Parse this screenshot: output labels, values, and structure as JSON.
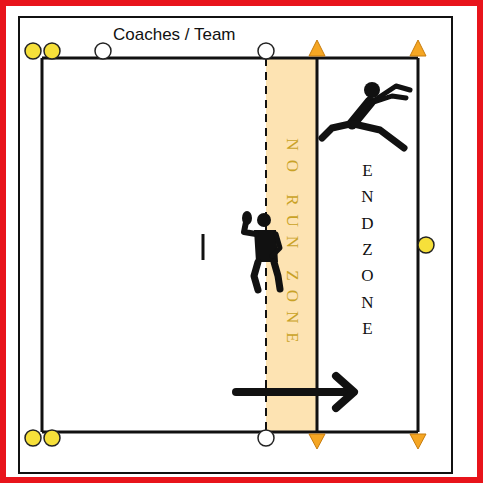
{
  "diagram": {
    "nodes": [
      {
        "text": [
          "NO RUN ZONE"
        ]
      },
      {
        "text": [
          "ENDZONE"
        ]
      }
    ],
    "labels": [
      "Coaches / Team"
    ]
  }
}
